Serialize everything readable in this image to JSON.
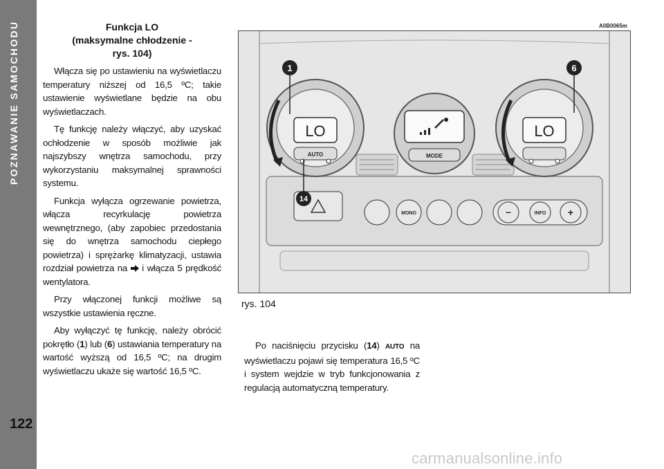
{
  "sidebar": {
    "section_title": "POZNAWANIE SAMOCHODU",
    "page_number": "122"
  },
  "left_column": {
    "heading_lines": [
      "Funkcja LO",
      "(maksymalne chłodzenie -",
      "rys. 104)"
    ],
    "paragraphs": [
      "Włącza się po ustawieniu na wyświetlaczu temperatury niższej od 16,5 ºC; takie ustawienie wyświetlane będzie na obu wyświetlaczach.",
      "Tę funkcję należy włączyć, aby uzyskać ochłodzenie w sposób możliwie jak najszybszy wnętrza samochodu, przy wykorzystaniu maksymalnej sprawności systemu.",
      "Funkcja wyłącza ogrzewanie powietrza, włącza recyrkulację powietrza wewnętrznego, (aby zapobiec przedostania się do wnętrza samochodu ciepłego powietrza) i sprężarkę klimatyzacji, ustawia rozdział powietrza na",
      "i włącza 5 prędkość wentylatora.",
      "Przy włączonej funkcji możliwe są wszystkie ustawienia ręczne."
    ],
    "last_para": {
      "a": "Aby wyłączyć tę funkcję, należy obrócić pokrętło (",
      "knob1": "1",
      "b": ") lub (",
      "knob6": "6",
      "c": ") ustawiania temperatury na wartość wyższą od 16,5 ºC; na drugim wyświetlaczu ukaże się wartość 16,5 ºC."
    }
  },
  "figure": {
    "code": "A0B0065m",
    "caption": "rys. 104",
    "callouts": {
      "left_knob": "1",
      "right_knob": "6",
      "auto_button": "14"
    },
    "left_display": "LO",
    "right_display": "LO",
    "left_knob_button": "AUTO",
    "center_button": "MODE",
    "buttons": {
      "mono": "MONO",
      "minus": "–",
      "info": "INFO",
      "plus": "+"
    }
  },
  "right_column": {
    "a": "Po naciśnięciu przycisku (",
    "button_no": "14",
    "b": ") ",
    "button_label": "AUTO",
    "c": " na wyświetlaczu pojawi się temperatura 16,5 ºC i system wejdzie w tryb funkcjonowania z regulacją automatyczną temperatury."
  },
  "footer": {
    "watermark": "carmanualsonline.info"
  }
}
